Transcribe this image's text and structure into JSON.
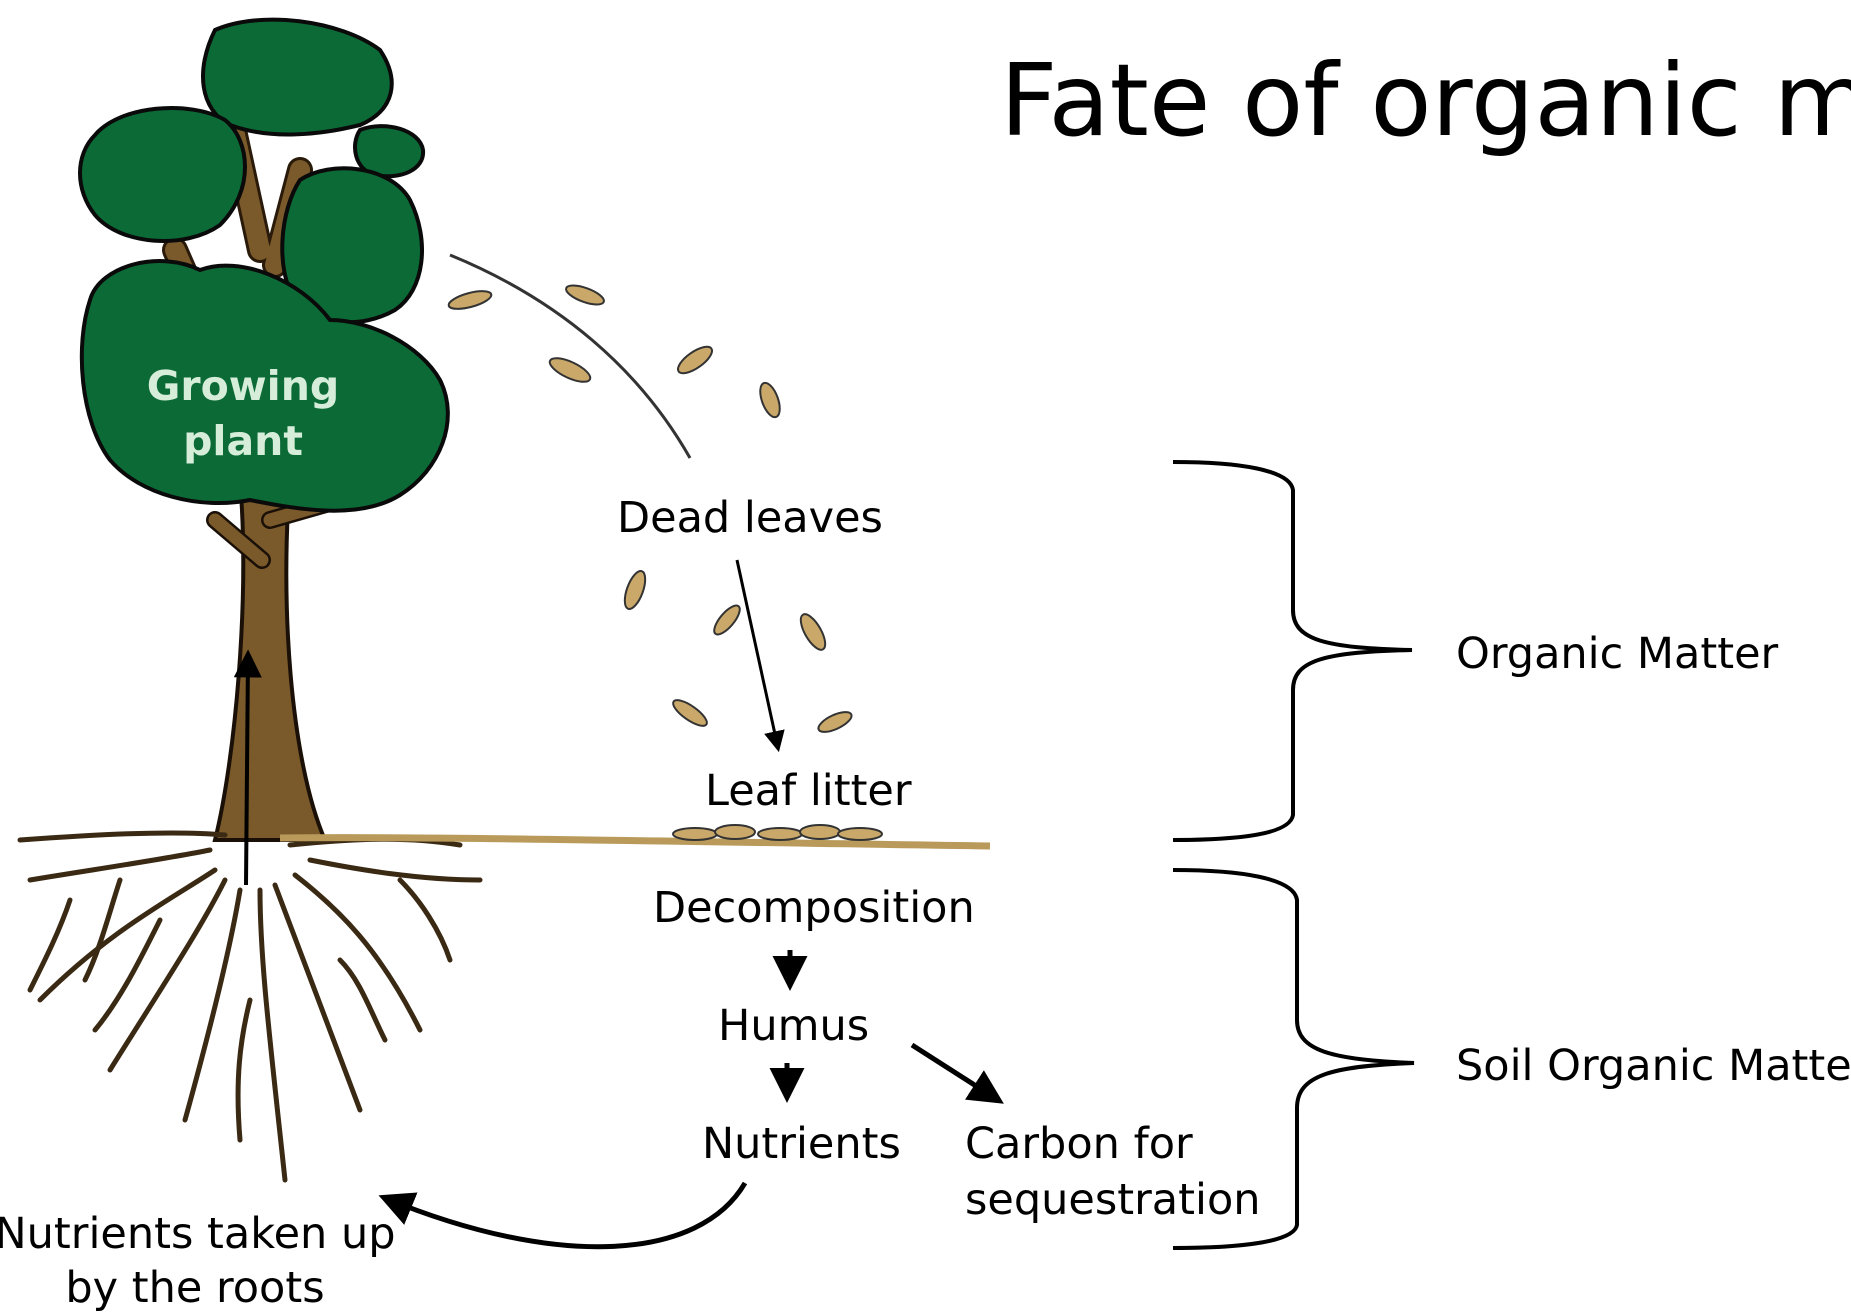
{
  "title": "Fate of organic ma",
  "plant_label_line1": "Growing",
  "plant_label_line2": "plant",
  "labels": {
    "dead_leaves": "Dead leaves",
    "leaf_litter": "Leaf litter",
    "decomposition": "Decomposition",
    "humus": "Humus",
    "nutrients": "Nutrients",
    "carbon_line1": "Carbon for",
    "carbon_line2": "sequestration",
    "roots_line1": "Nutrients taken up",
    "roots_line2": "by the roots"
  },
  "braces": {
    "organic_matter": "Organic Matter",
    "soil_organic_matter": "Soil Organic Matter"
  },
  "colors": {
    "canopy": "#0c6a37",
    "trunk": "#7a5a2a",
    "ground": "#b99a5a",
    "leaf": "#c9a86a",
    "plant_text": "#d6eed9"
  }
}
